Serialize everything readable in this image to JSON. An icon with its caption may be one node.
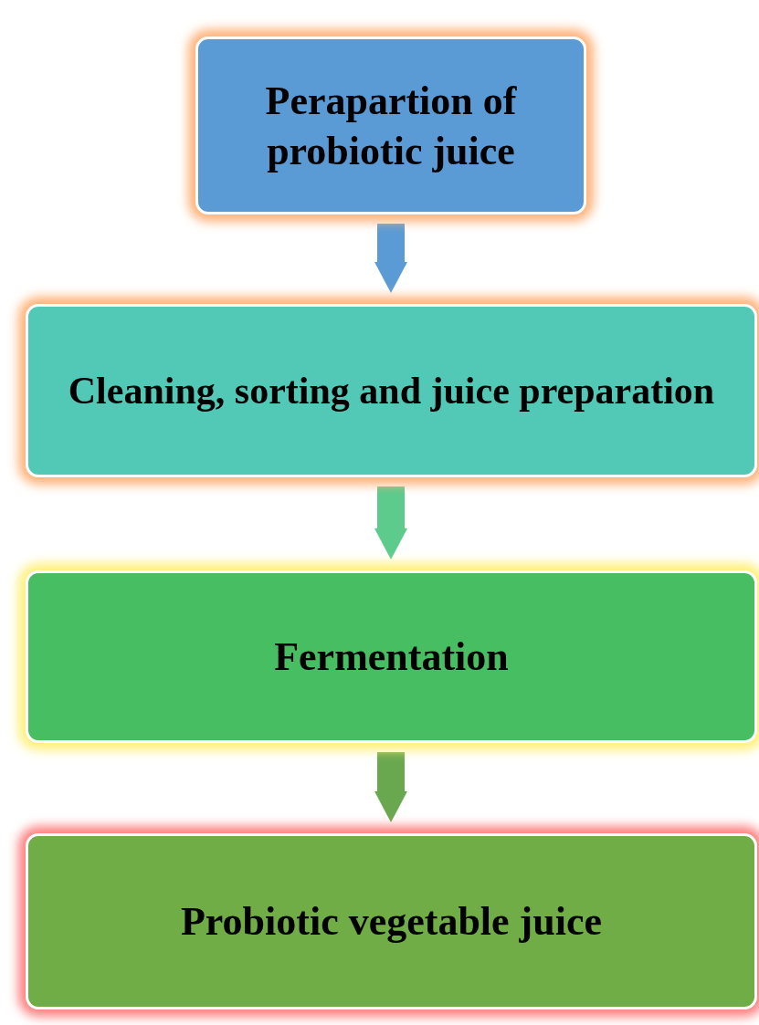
{
  "diagram": {
    "nodes": [
      {
        "text": [
          "Perapartion of probiotic juice"
        ]
      },
      {
        "text": [
          "Cleaning, sorting and juice preparation"
        ]
      },
      {
        "text": [
          "Fermentation"
        ]
      },
      {
        "text": [
          "Probiotic vegetable juice"
        ]
      }
    ],
    "edges": [
      {
        "from": 0,
        "to": 1,
        "arrow": "to",
        "color": "#5b9bd5"
      },
      {
        "from": 1,
        "to": 2,
        "arrow": "to",
        "color": "#5ccb8c"
      },
      {
        "from": 2,
        "to": 3,
        "arrow": "to",
        "color": "#6aa84f"
      }
    ]
  }
}
